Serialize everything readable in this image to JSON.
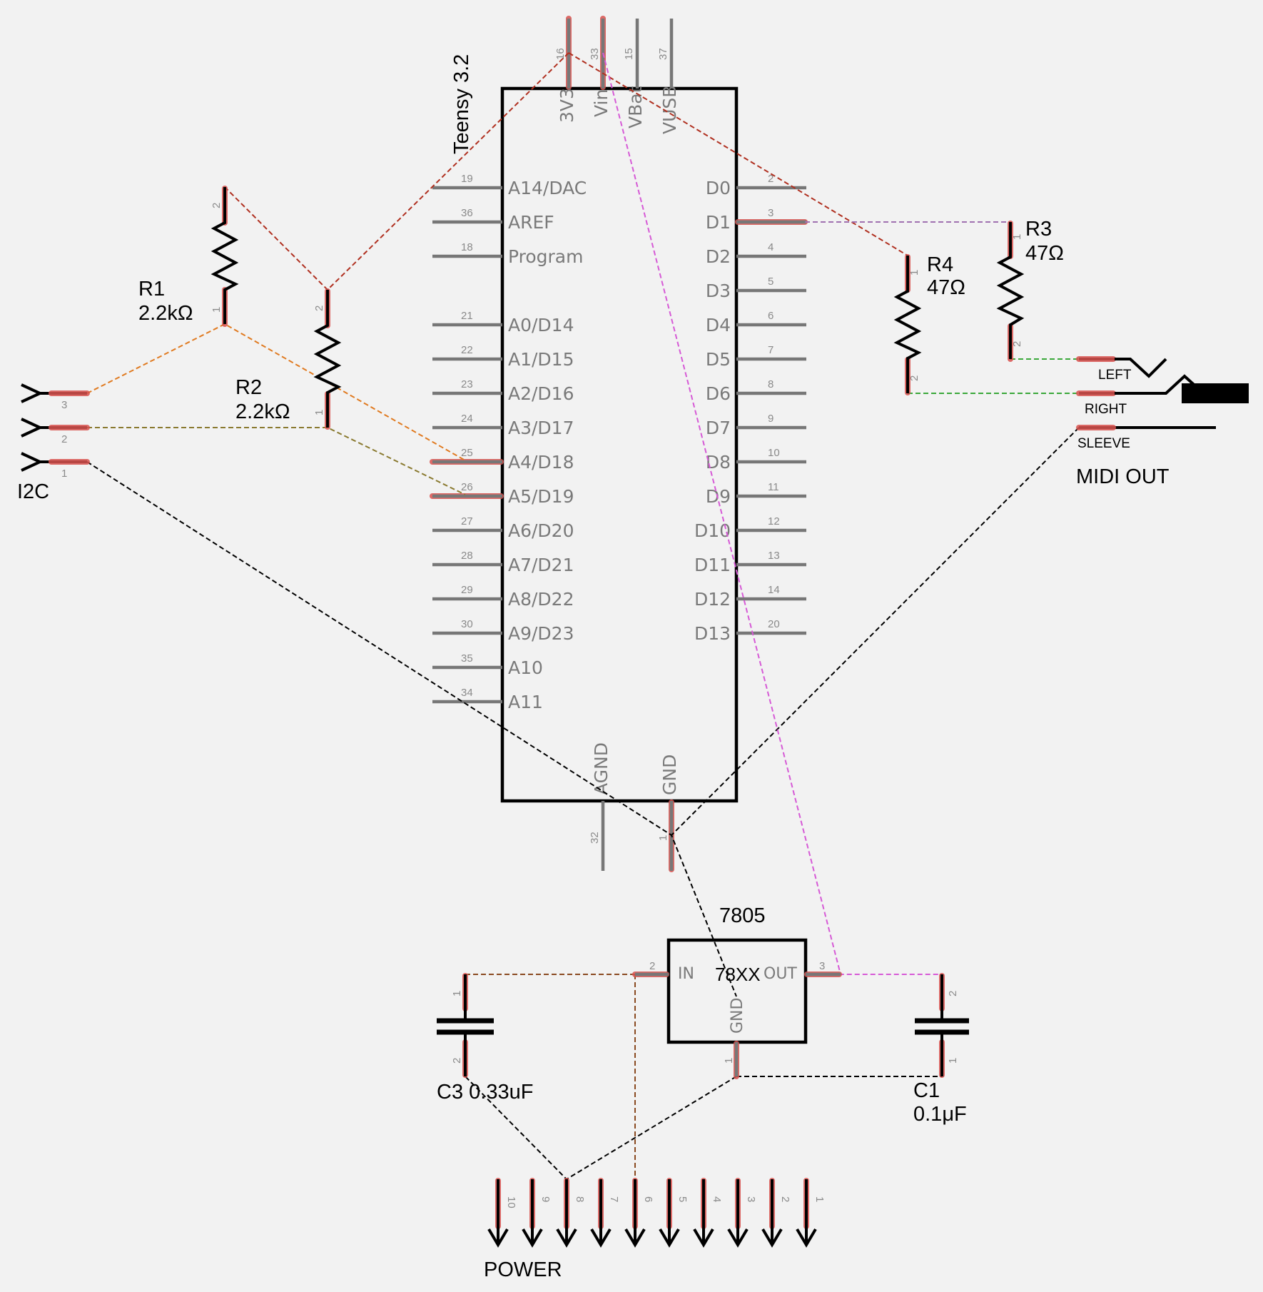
{
  "teensy": {
    "title": "Teensy 3.2",
    "top_pins": [
      {
        "num": "16",
        "label": "3V3"
      },
      {
        "num": "33",
        "label": "Vin"
      },
      {
        "num": "15",
        "label": "VBat"
      },
      {
        "num": "37",
        "label": "VUSB"
      }
    ],
    "left_pins": [
      {
        "num": "19",
        "label": "A14/DAC"
      },
      {
        "num": "36",
        "label": "AREF"
      },
      {
        "num": "18",
        "label": "Program"
      },
      {
        "num": "21",
        "label": "A0/D14"
      },
      {
        "num": "22",
        "label": "A1/D15"
      },
      {
        "num": "23",
        "label": "A2/D16"
      },
      {
        "num": "24",
        "label": "A3/D17"
      },
      {
        "num": "25",
        "label": "A4/D18"
      },
      {
        "num": "26",
        "label": "A5/D19"
      },
      {
        "num": "27",
        "label": "A6/D20"
      },
      {
        "num": "28",
        "label": "A7/D21"
      },
      {
        "num": "29",
        "label": "A8/D22"
      },
      {
        "num": "30",
        "label": "A9/D23"
      },
      {
        "num": "35",
        "label": "A10"
      },
      {
        "num": "34",
        "label": "A11"
      }
    ],
    "right_pins": [
      {
        "num": "2",
        "label": "D0"
      },
      {
        "num": "3",
        "label": "D1"
      },
      {
        "num": "4",
        "label": "D2"
      },
      {
        "num": "5",
        "label": "D3"
      },
      {
        "num": "6",
        "label": "D4"
      },
      {
        "num": "7",
        "label": "D5"
      },
      {
        "num": "8",
        "label": "D6"
      },
      {
        "num": "9",
        "label": "D7"
      },
      {
        "num": "10",
        "label": "D8"
      },
      {
        "num": "11",
        "label": "D9"
      },
      {
        "num": "12",
        "label": "D10"
      },
      {
        "num": "13",
        "label": "D11"
      },
      {
        "num": "14",
        "label": "D12"
      },
      {
        "num": "20",
        "label": "D13"
      }
    ],
    "bottom_pins": [
      {
        "num": "32",
        "label": "AGND"
      },
      {
        "num": "1",
        "label": "GND"
      }
    ]
  },
  "resistors": {
    "r1": {
      "name": "R1",
      "value": "2.2kΩ",
      "pin_top": "2",
      "pin_bottom": "1"
    },
    "r2": {
      "name": "R2",
      "value": "2.2kΩ",
      "pin_top": "2",
      "pin_bottom": "1"
    },
    "r3": {
      "name": "R3",
      "value": "47Ω",
      "pin_top": "1",
      "pin_bottom": "2"
    },
    "r4": {
      "name": "R4",
      "value": "47Ω",
      "pin_top": "1",
      "pin_bottom": "2"
    }
  },
  "i2c": {
    "label": "I2C",
    "pins": [
      "3",
      "2",
      "1"
    ]
  },
  "midi": {
    "title": "MIDI OUT",
    "left": "LEFT",
    "right": "RIGHT",
    "sleeve": "SLEEVE"
  },
  "regulator": {
    "name": "7805",
    "type": "78XX",
    "in_label": "IN",
    "out_label": "OUT",
    "gnd_label": "GND",
    "in_pin": "2",
    "out_pin": "3",
    "gnd_pin": "1"
  },
  "caps": {
    "c3": {
      "label": "C3 0.33uF",
      "pin_top": "1",
      "pin_bottom": "2"
    },
    "c1": {
      "name": "C1",
      "value": "0.1μF",
      "pin_top": "2",
      "pin_bottom": "1"
    }
  },
  "power": {
    "label": "POWER",
    "pins": [
      "10",
      "9",
      "8",
      "7",
      "6",
      "5",
      "4",
      "3",
      "2",
      "1"
    ]
  },
  "colors": {
    "wire_3v3": "#b03020",
    "wire_sda": "#e07a20",
    "wire_scl": "#8a7a30",
    "wire_gnd": "#000000",
    "wire_vin": "#d65ad6",
    "wire_d1": "#a070b0",
    "wire_midi": "#3aa83a",
    "wire_vin_in": "#8a4a20"
  }
}
